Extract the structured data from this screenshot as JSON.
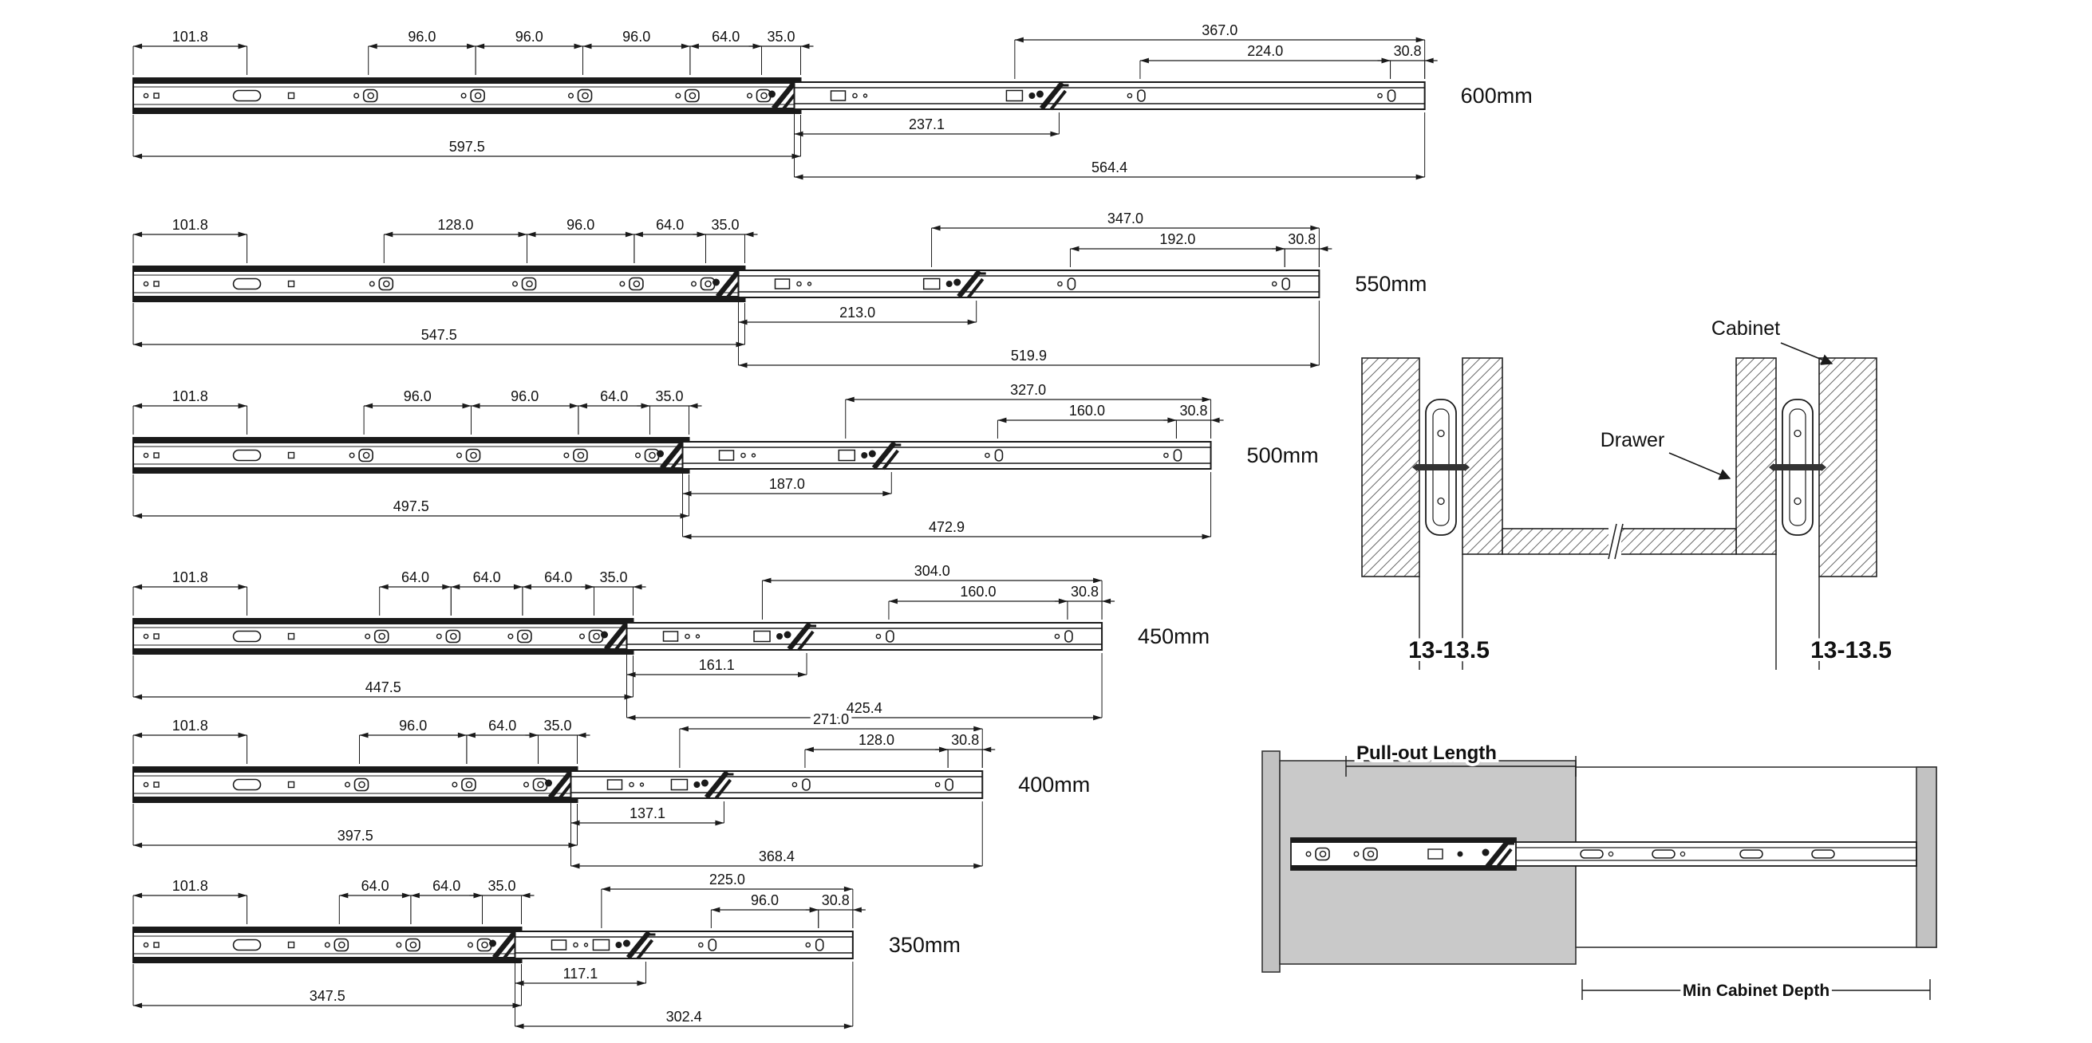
{
  "colors": {
    "line": "#1a1a1a",
    "fill_gray": "#c9c9c9",
    "edge_gray": "#c2c2c2"
  },
  "slides": [
    {
      "label": "600mm",
      "left_start_dim": "101.8",
      "hole_dims": [
        "96.0",
        "96.0",
        "96.0",
        "64.0",
        "35.0"
      ],
      "extended_total_dim": "367.0",
      "extended_sub_dims": [
        "224.0",
        "30.8"
      ],
      "outer_length_dim": "597.5",
      "lock_offset_dim": "237.1",
      "inner_length_dim": "564.4"
    },
    {
      "label": "550mm",
      "left_start_dim": "101.8",
      "hole_dims": [
        "128.0",
        "96.0",
        "64.0",
        "35.0"
      ],
      "extended_total_dim": "347.0",
      "extended_sub_dims": [
        "192.0",
        "30.8"
      ],
      "outer_length_dim": "547.5",
      "lock_offset_dim": "213.0",
      "inner_length_dim": "519.9"
    },
    {
      "label": "500mm",
      "left_start_dim": "101.8",
      "hole_dims": [
        "96.0",
        "96.0",
        "64.0",
        "35.0"
      ],
      "extended_total_dim": "327.0",
      "extended_sub_dims": [
        "160.0",
        "30.8"
      ],
      "outer_length_dim": "497.5",
      "lock_offset_dim": "187.0",
      "inner_length_dim": "472.9"
    },
    {
      "label": "450mm",
      "left_start_dim": "101.8",
      "hole_dims": [
        "64.0",
        "64.0",
        "64.0",
        "35.0"
      ],
      "extended_total_dim": "304.0",
      "extended_sub_dims": [
        "160.0",
        "30.8"
      ],
      "outer_length_dim": "447.5",
      "lock_offset_dim": "161.1",
      "inner_length_dim": "425.4"
    },
    {
      "label": "400mm",
      "left_start_dim": "101.8",
      "hole_dims": [
        "96.0",
        "64.0",
        "35.0"
      ],
      "extended_total_dim": "271.0",
      "extended_sub_dims": [
        "128.0",
        "30.8"
      ],
      "outer_length_dim": "397.5",
      "lock_offset_dim": "137.1",
      "inner_length_dim": "368.4"
    },
    {
      "label": "350mm",
      "left_start_dim": "101.8",
      "hole_dims": [
        "64.0",
        "64.0",
        "35.0"
      ],
      "extended_total_dim": "225.0",
      "extended_sub_dims": [
        "96.0",
        "30.8"
      ],
      "outer_length_dim": "347.5",
      "lock_offset_dim": "117.1",
      "inner_length_dim": "302.4"
    }
  ],
  "cross_section": {
    "cabinet_label": "Cabinet",
    "drawer_label": "Drawer",
    "left_clearance": "13-13.5",
    "right_clearance": "13-13.5"
  },
  "pull_out": {
    "pull_out_label": "Pull-out Length",
    "min_depth_label": "Min Cabinet Depth"
  }
}
